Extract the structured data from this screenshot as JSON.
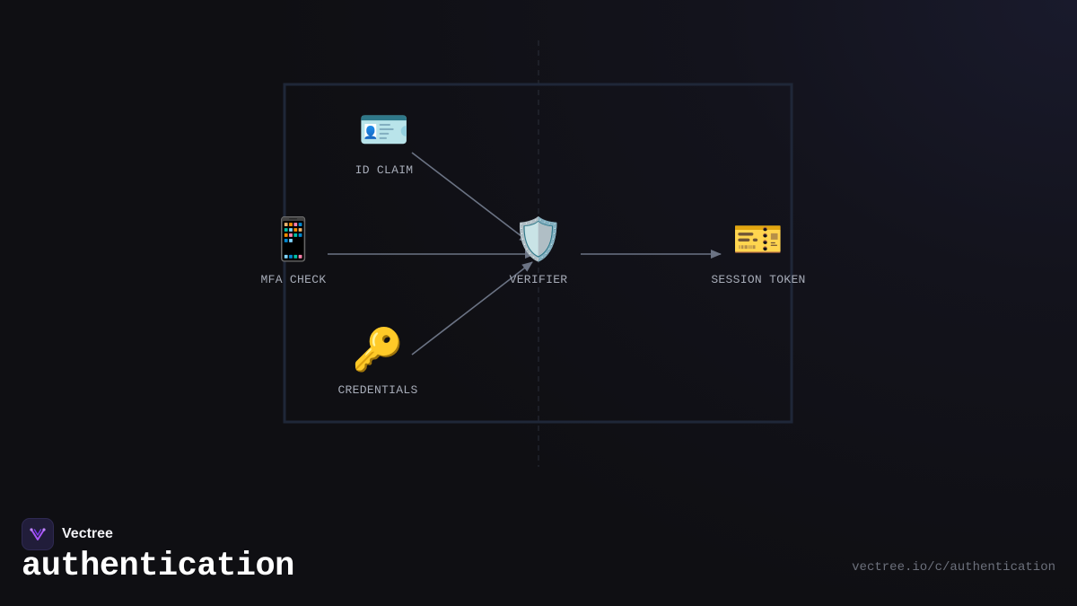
{
  "diagram": {
    "nodes": [
      {
        "id": "id_claim",
        "label": "ID CLAIM",
        "icon": "id-card-icon",
        "glyph": "🪪"
      },
      {
        "id": "mfa_check",
        "label": "MFA CHECK",
        "icon": "mobile-phone-icon",
        "glyph": "📱"
      },
      {
        "id": "credentials",
        "label": "CREDENTIALS",
        "icon": "key-icon",
        "glyph": "🔑"
      },
      {
        "id": "verifier",
        "label": "VERIFIER",
        "icon": "shield-icon",
        "glyph": "🛡️"
      },
      {
        "id": "session_token",
        "label": "SESSION TOKEN",
        "icon": "ticket-icon",
        "glyph": "🎫"
      }
    ],
    "edges": [
      {
        "from": "id_claim",
        "to": "verifier"
      },
      {
        "from": "mfa_check",
        "to": "verifier"
      },
      {
        "from": "credentials",
        "to": "verifier"
      },
      {
        "from": "verifier",
        "to": "session_token"
      }
    ],
    "colors": {
      "frame": "#1f2738",
      "edge": "#6b7384",
      "label": "#a7acb8"
    }
  },
  "footer": {
    "brand_name": "Vectree",
    "brand_icon": "vectree-logo-icon",
    "title": "authentication",
    "url": "vectree.io/c/authentication"
  }
}
